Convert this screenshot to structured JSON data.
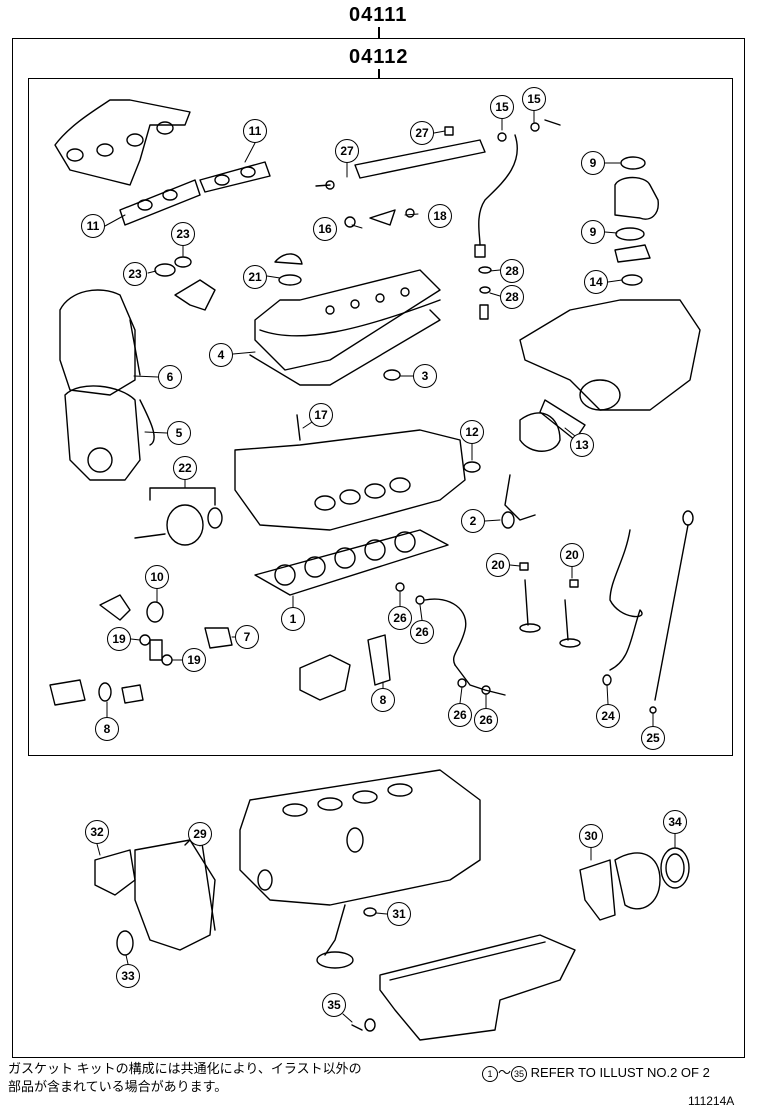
{
  "kit_codes": {
    "outer": "04111",
    "inner": "04112"
  },
  "footnote": {
    "line1": "ガスケット キットの構成には共通化により、イラスト以外の",
    "line2": "部品が含まれている場合があります。"
  },
  "reference": {
    "from": "1",
    "tilde": "～",
    "to": "35",
    "text": "REFER TO ILLUST NO.2 OF 2"
  },
  "figure_id": "111214A",
  "callouts": [
    {
      "id": "c11a",
      "label": "11"
    },
    {
      "id": "c11b",
      "label": "11"
    },
    {
      "id": "c27a",
      "label": "27"
    },
    {
      "id": "c27b",
      "label": "27"
    },
    {
      "id": "c15a",
      "label": "15"
    },
    {
      "id": "c15b",
      "label": "15"
    },
    {
      "id": "c9a",
      "label": "9"
    },
    {
      "id": "c9b",
      "label": "9"
    },
    {
      "id": "c14",
      "label": "14"
    },
    {
      "id": "c16",
      "label": "16"
    },
    {
      "id": "c18",
      "label": "18"
    },
    {
      "id": "c23a",
      "label": "23"
    },
    {
      "id": "c23b",
      "label": "23"
    },
    {
      "id": "c21",
      "label": "21"
    },
    {
      "id": "c28a",
      "label": "28"
    },
    {
      "id": "c28b",
      "label": "28"
    },
    {
      "id": "c4",
      "label": "4"
    },
    {
      "id": "c3",
      "label": "3"
    },
    {
      "id": "c6",
      "label": "6"
    },
    {
      "id": "c5",
      "label": "5"
    },
    {
      "id": "c17",
      "label": "17"
    },
    {
      "id": "c12",
      "label": "12"
    },
    {
      "id": "c13",
      "label": "13"
    },
    {
      "id": "c22",
      "label": "22"
    },
    {
      "id": "c2",
      "label": "2"
    },
    {
      "id": "c20a",
      "label": "20"
    },
    {
      "id": "c20b",
      "label": "20"
    },
    {
      "id": "c10",
      "label": "10"
    },
    {
      "id": "c1",
      "label": "1"
    },
    {
      "id": "c26a",
      "label": "26"
    },
    {
      "id": "c26b",
      "label": "26"
    },
    {
      "id": "c19a",
      "label": "19"
    },
    {
      "id": "c19b",
      "label": "19"
    },
    {
      "id": "c7",
      "label": "7"
    },
    {
      "id": "c8a",
      "label": "8"
    },
    {
      "id": "c8b",
      "label": "8"
    },
    {
      "id": "c26c",
      "label": "26"
    },
    {
      "id": "c26d",
      "label": "26"
    },
    {
      "id": "c24",
      "label": "24"
    },
    {
      "id": "c25",
      "label": "25"
    },
    {
      "id": "c32",
      "label": "32"
    },
    {
      "id": "c29",
      "label": "29"
    },
    {
      "id": "c30",
      "label": "30"
    },
    {
      "id": "c34",
      "label": "34"
    },
    {
      "id": "c31",
      "label": "31"
    },
    {
      "id": "c33",
      "label": "33"
    },
    {
      "id": "c35",
      "label": "35"
    }
  ]
}
